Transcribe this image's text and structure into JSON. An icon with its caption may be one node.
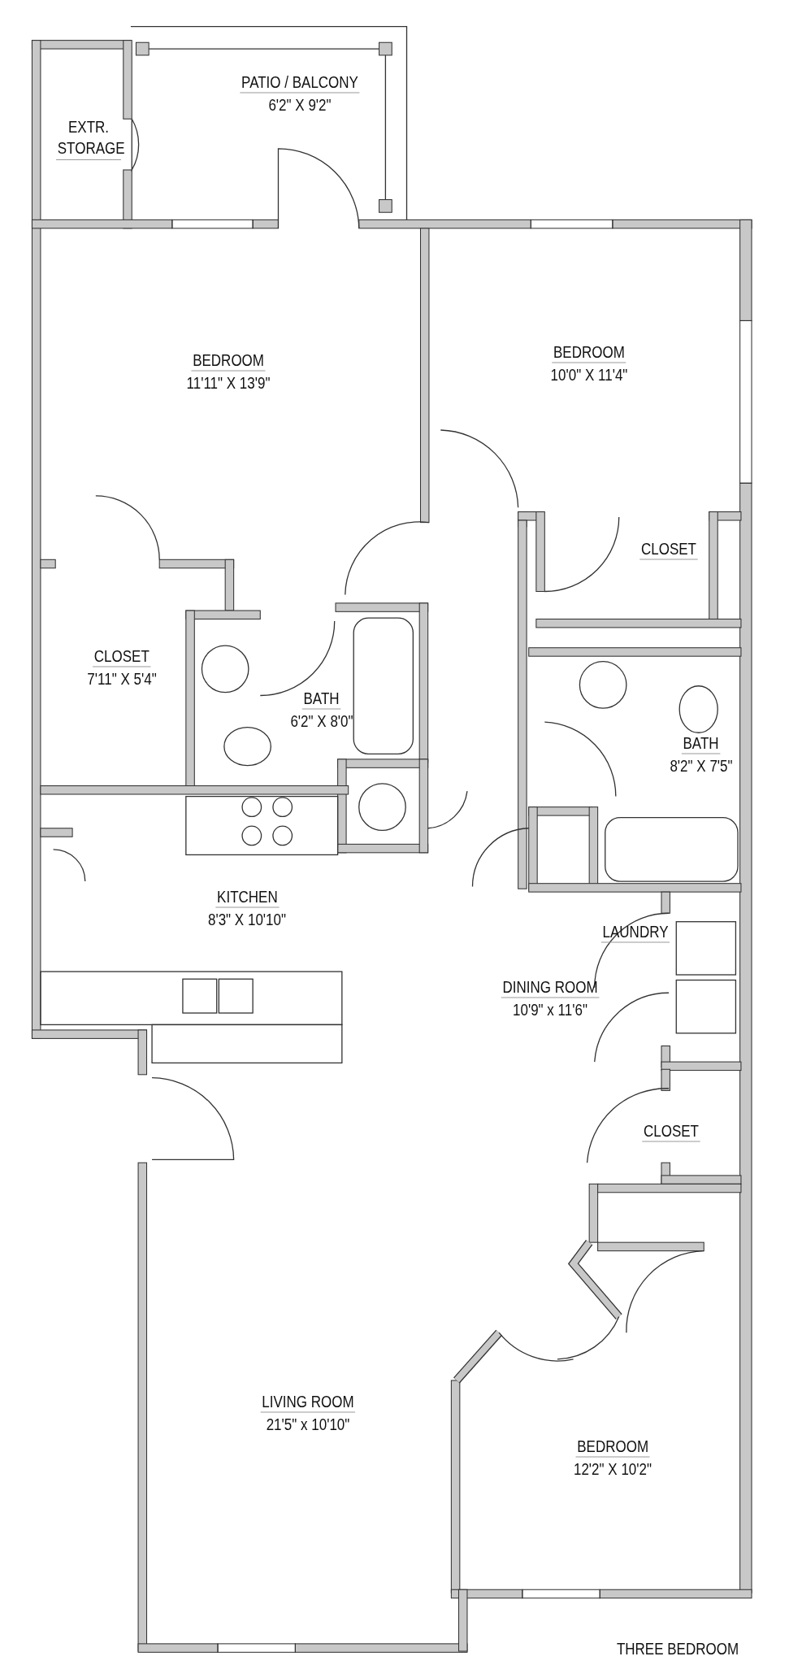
{
  "diagram": {
    "nodes": [
      {
        "text": [
          "EXTR. STORAGE"
        ]
      },
      {
        "text": [
          "PATIO / BALCONY",
          "6'2\" X 9'2\""
        ]
      },
      {
        "text": [
          "BEDROOM",
          "11'11\" X 13'9\""
        ]
      },
      {
        "text": [
          "BEDROOM",
          "10'0\" X 11'4\""
        ]
      },
      {
        "text": [
          "CLOSET"
        ]
      },
      {
        "text": [
          "CLOSET",
          "7'11\" X 5'4\""
        ]
      },
      {
        "text": [
          "BATH",
          "6'2\" X 8'0\""
        ]
      },
      {
        "text": [
          "BATH",
          "8'2\" X 7'5\""
        ]
      },
      {
        "text": [
          "KITCHEN",
          "8'3\" X 10'10\""
        ]
      },
      {
        "text": [
          "LAUNDRY"
        ]
      },
      {
        "text": [
          "DINING ROOM",
          "10'9\" x 11'6\""
        ]
      },
      {
        "text": [
          "CLOSET"
        ]
      },
      {
        "text": [
          "LIVING ROOM",
          "21'5\" x 10'10\""
        ]
      },
      {
        "text": [
          "BEDROOM",
          "12'2\" X 10'2\""
        ]
      }
    ],
    "labels": [
      "THREE BEDROOM"
    ]
  }
}
